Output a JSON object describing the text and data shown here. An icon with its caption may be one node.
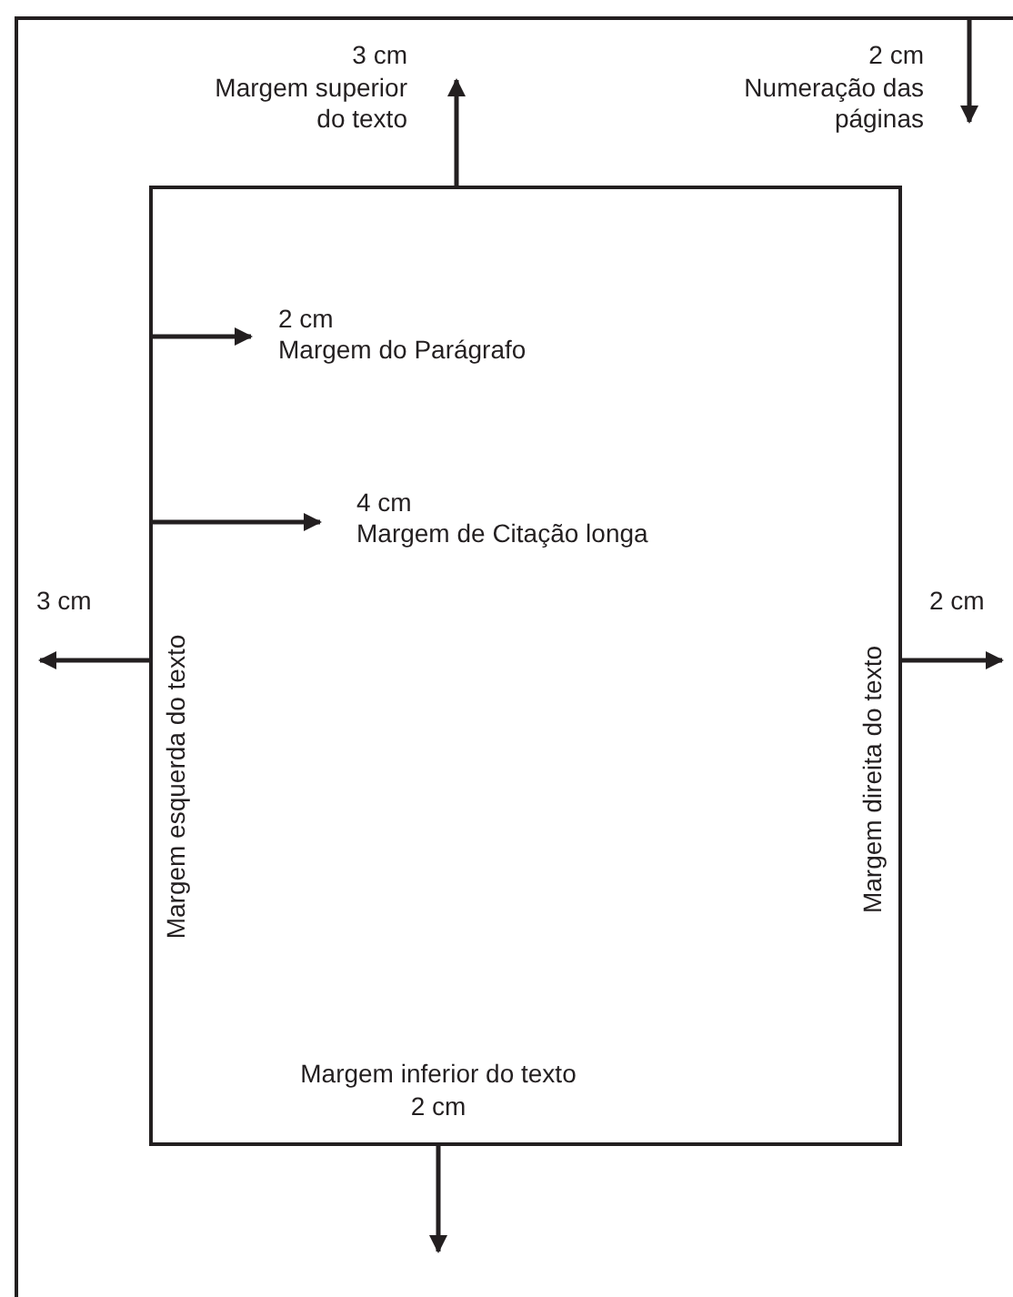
{
  "diagram": {
    "nodes": [
      {
        "text": [],
        "shape": "box"
      },
      {
        "text": [],
        "shape": "box",
        "in": 0
      }
    ],
    "edges": [
      {
        "from": 1,
        "to": null,
        "arrow": "to"
      },
      {
        "from": 0,
        "to": null,
        "arrow": "to"
      },
      {
        "from": null,
        "to": 1,
        "arrow": "to"
      },
      {
        "from": null,
        "to": 1,
        "arrow": "to"
      },
      {
        "from": 1,
        "to": null,
        "arrow": "to"
      },
      {
        "from": 1,
        "to": null,
        "arrow": "to"
      },
      {
        "from": 1,
        "to": null,
        "arrow": "to"
      }
    ],
    "labels": [
      "3 cm",
      "Margem superior do texto",
      "2 cm",
      "Numeração das páginas",
      "2 cm",
      "Margem do Parágrafo",
      "4 cm",
      "Margem de Citação longa",
      "3 cm",
      "2 cm",
      "Margem esquerda do texto",
      "Margem direita do texto",
      "Margem inferior do texto",
      "2 cm"
    ]
  }
}
